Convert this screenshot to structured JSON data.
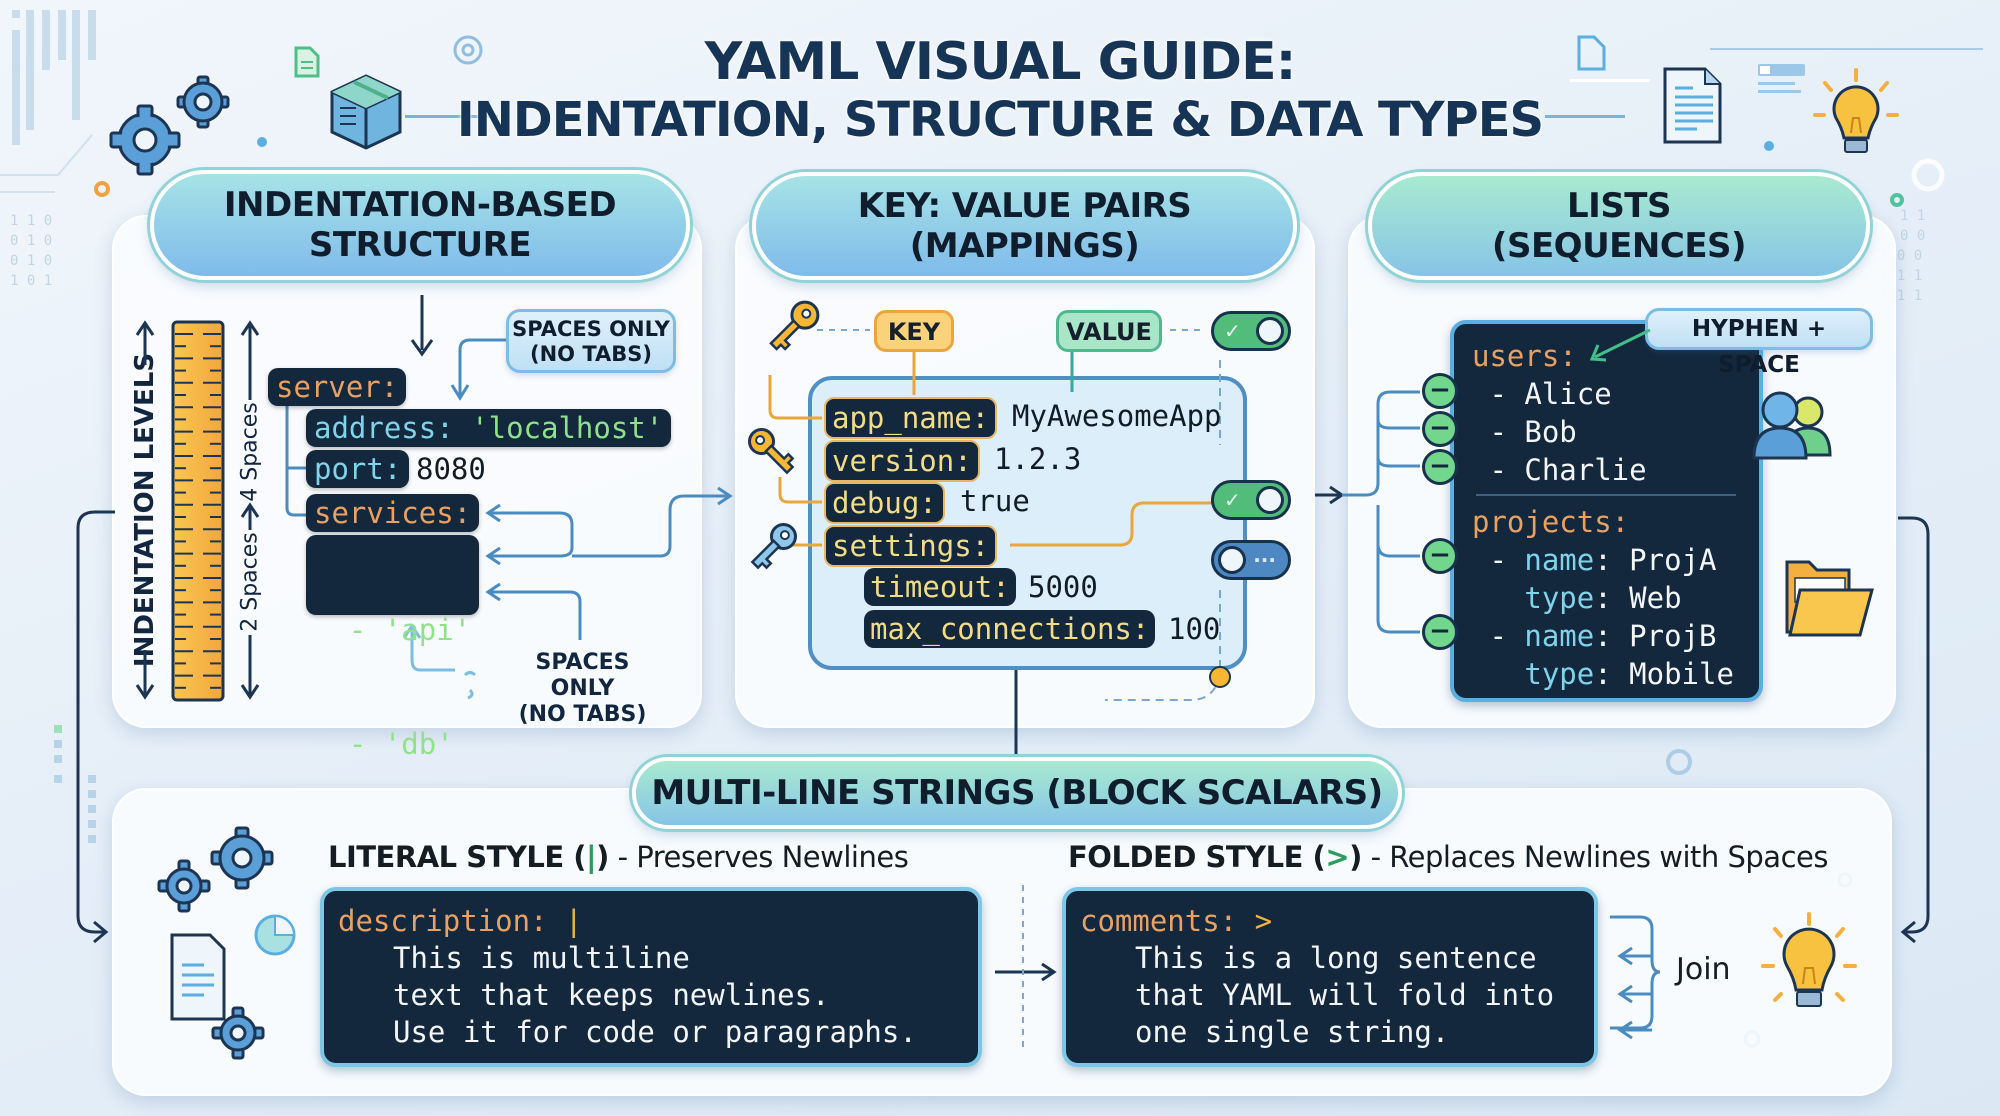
{
  "title": {
    "line1": "YAML VISUAL GUIDE:",
    "line2": "INDENTATION, STRUCTURE & DATA TYPES"
  },
  "panels": {
    "indentation": {
      "header_line1": "INDENTATION-BASED",
      "header_line2": "STRUCTURE",
      "vertical_label": "INDENTATION LEVELS",
      "ruler_labels": [
        "4 Spaces",
        "2 Spaces"
      ],
      "callout_top": {
        "line1": "SPACES ONLY",
        "line2": "(NO TABS)"
      },
      "callout_bottom": {
        "line1": "SPACES ONLY",
        "line2": "(NO TABS)"
      },
      "code": {
        "server": "server:",
        "address_key": "address:",
        "address_value": "'localhost'",
        "port_key": "port:",
        "port_value": "8080",
        "services": "services:",
        "item_api": "  - 'api'",
        "item_db": "  - 'db'"
      }
    },
    "mappings": {
      "header_line1": "KEY: VALUE PAIRS",
      "header_line2": "(MAPPINGS)",
      "key_tag": "KEY",
      "value_tag": "VALUE",
      "toggles": [
        {
          "state": "on",
          "mark": "✓"
        },
        {
          "state": "on",
          "mark": "✓"
        },
        {
          "state": "off",
          "mark": "···"
        }
      ],
      "pairs": [
        {
          "key": "app_name:",
          "value": "MyAwesomeApp"
        },
        {
          "key": "version:",
          "value": "1.2.3"
        },
        {
          "key": "debug:",
          "value": "true"
        },
        {
          "key": "settings:",
          "value": ""
        },
        {
          "key": "timeout:",
          "value": "5000"
        },
        {
          "key": "max_connections:",
          "value": "100"
        }
      ]
    },
    "lists": {
      "header_line1": "LISTS",
      "header_line2": "(SEQUENCES)",
      "callout": "HYPHEN + SPACE",
      "code": [
        {
          "parts": [
            {
              "t": "users:",
              "c": "orange"
            }
          ]
        },
        {
          "parts": [
            {
              "t": " - Alice",
              "c": "white"
            }
          ]
        },
        {
          "parts": [
            {
              "t": " - Bob",
              "c": "white"
            }
          ]
        },
        {
          "parts": [
            {
              "t": " - Charlie",
              "c": "white"
            }
          ]
        },
        {
          "parts": [
            {
              "t": "projects:",
              "c": "orange"
            }
          ]
        },
        {
          "parts": [
            {
              "t": " - ",
              "c": "white"
            },
            {
              "t": "name",
              "c": "cyan"
            },
            {
              "t": ": ProjA",
              "c": "white"
            }
          ]
        },
        {
          "parts": [
            {
              "t": "   ",
              "c": "white"
            },
            {
              "t": "type",
              "c": "cyan"
            },
            {
              "t": ": Web",
              "c": "white"
            }
          ]
        },
        {
          "parts": [
            {
              "t": " - ",
              "c": "white"
            },
            {
              "t": "name",
              "c": "cyan"
            },
            {
              "t": ": ProjB",
              "c": "white"
            }
          ]
        },
        {
          "parts": [
            {
              "t": "   ",
              "c": "white"
            },
            {
              "t": "type",
              "c": "cyan"
            },
            {
              "t": ": Mobile",
              "c": "white"
            }
          ]
        }
      ],
      "hyphen_marker": "−"
    },
    "multiline": {
      "header": "MULTI-LINE STRINGS (BLOCK SCALARS)",
      "literal": {
        "label_bold": "LITERAL STYLE (",
        "label_symbol": "|",
        "label_close": ")",
        "label_rest": " - Preserves Newlines",
        "key": "description:",
        "indicator": "|",
        "lines": [
          "This is multiline",
          "text that keeps newlines.",
          "Use it for code or paragraphs."
        ]
      },
      "folded": {
        "label_bold": "FOLDED STYLE (",
        "label_symbol": ">",
        "label_close": ")",
        "label_rest": " - Replaces Newlines with Spaces",
        "key": "comments:",
        "indicator": ">",
        "lines": [
          "This is a long sentence",
          "that YAML will fold into",
          "one single string."
        ],
        "join_label": "Join"
      }
    }
  },
  "colors": {
    "key_orange": "#e9a161",
    "key_cyan": "#7fd3ea",
    "string_green": "#8fe28a",
    "code_bg": "#13283d",
    "accent_green": "#52bd7b",
    "accent_blue": "#4d88c2",
    "ruler_orange": "#f3b040"
  }
}
